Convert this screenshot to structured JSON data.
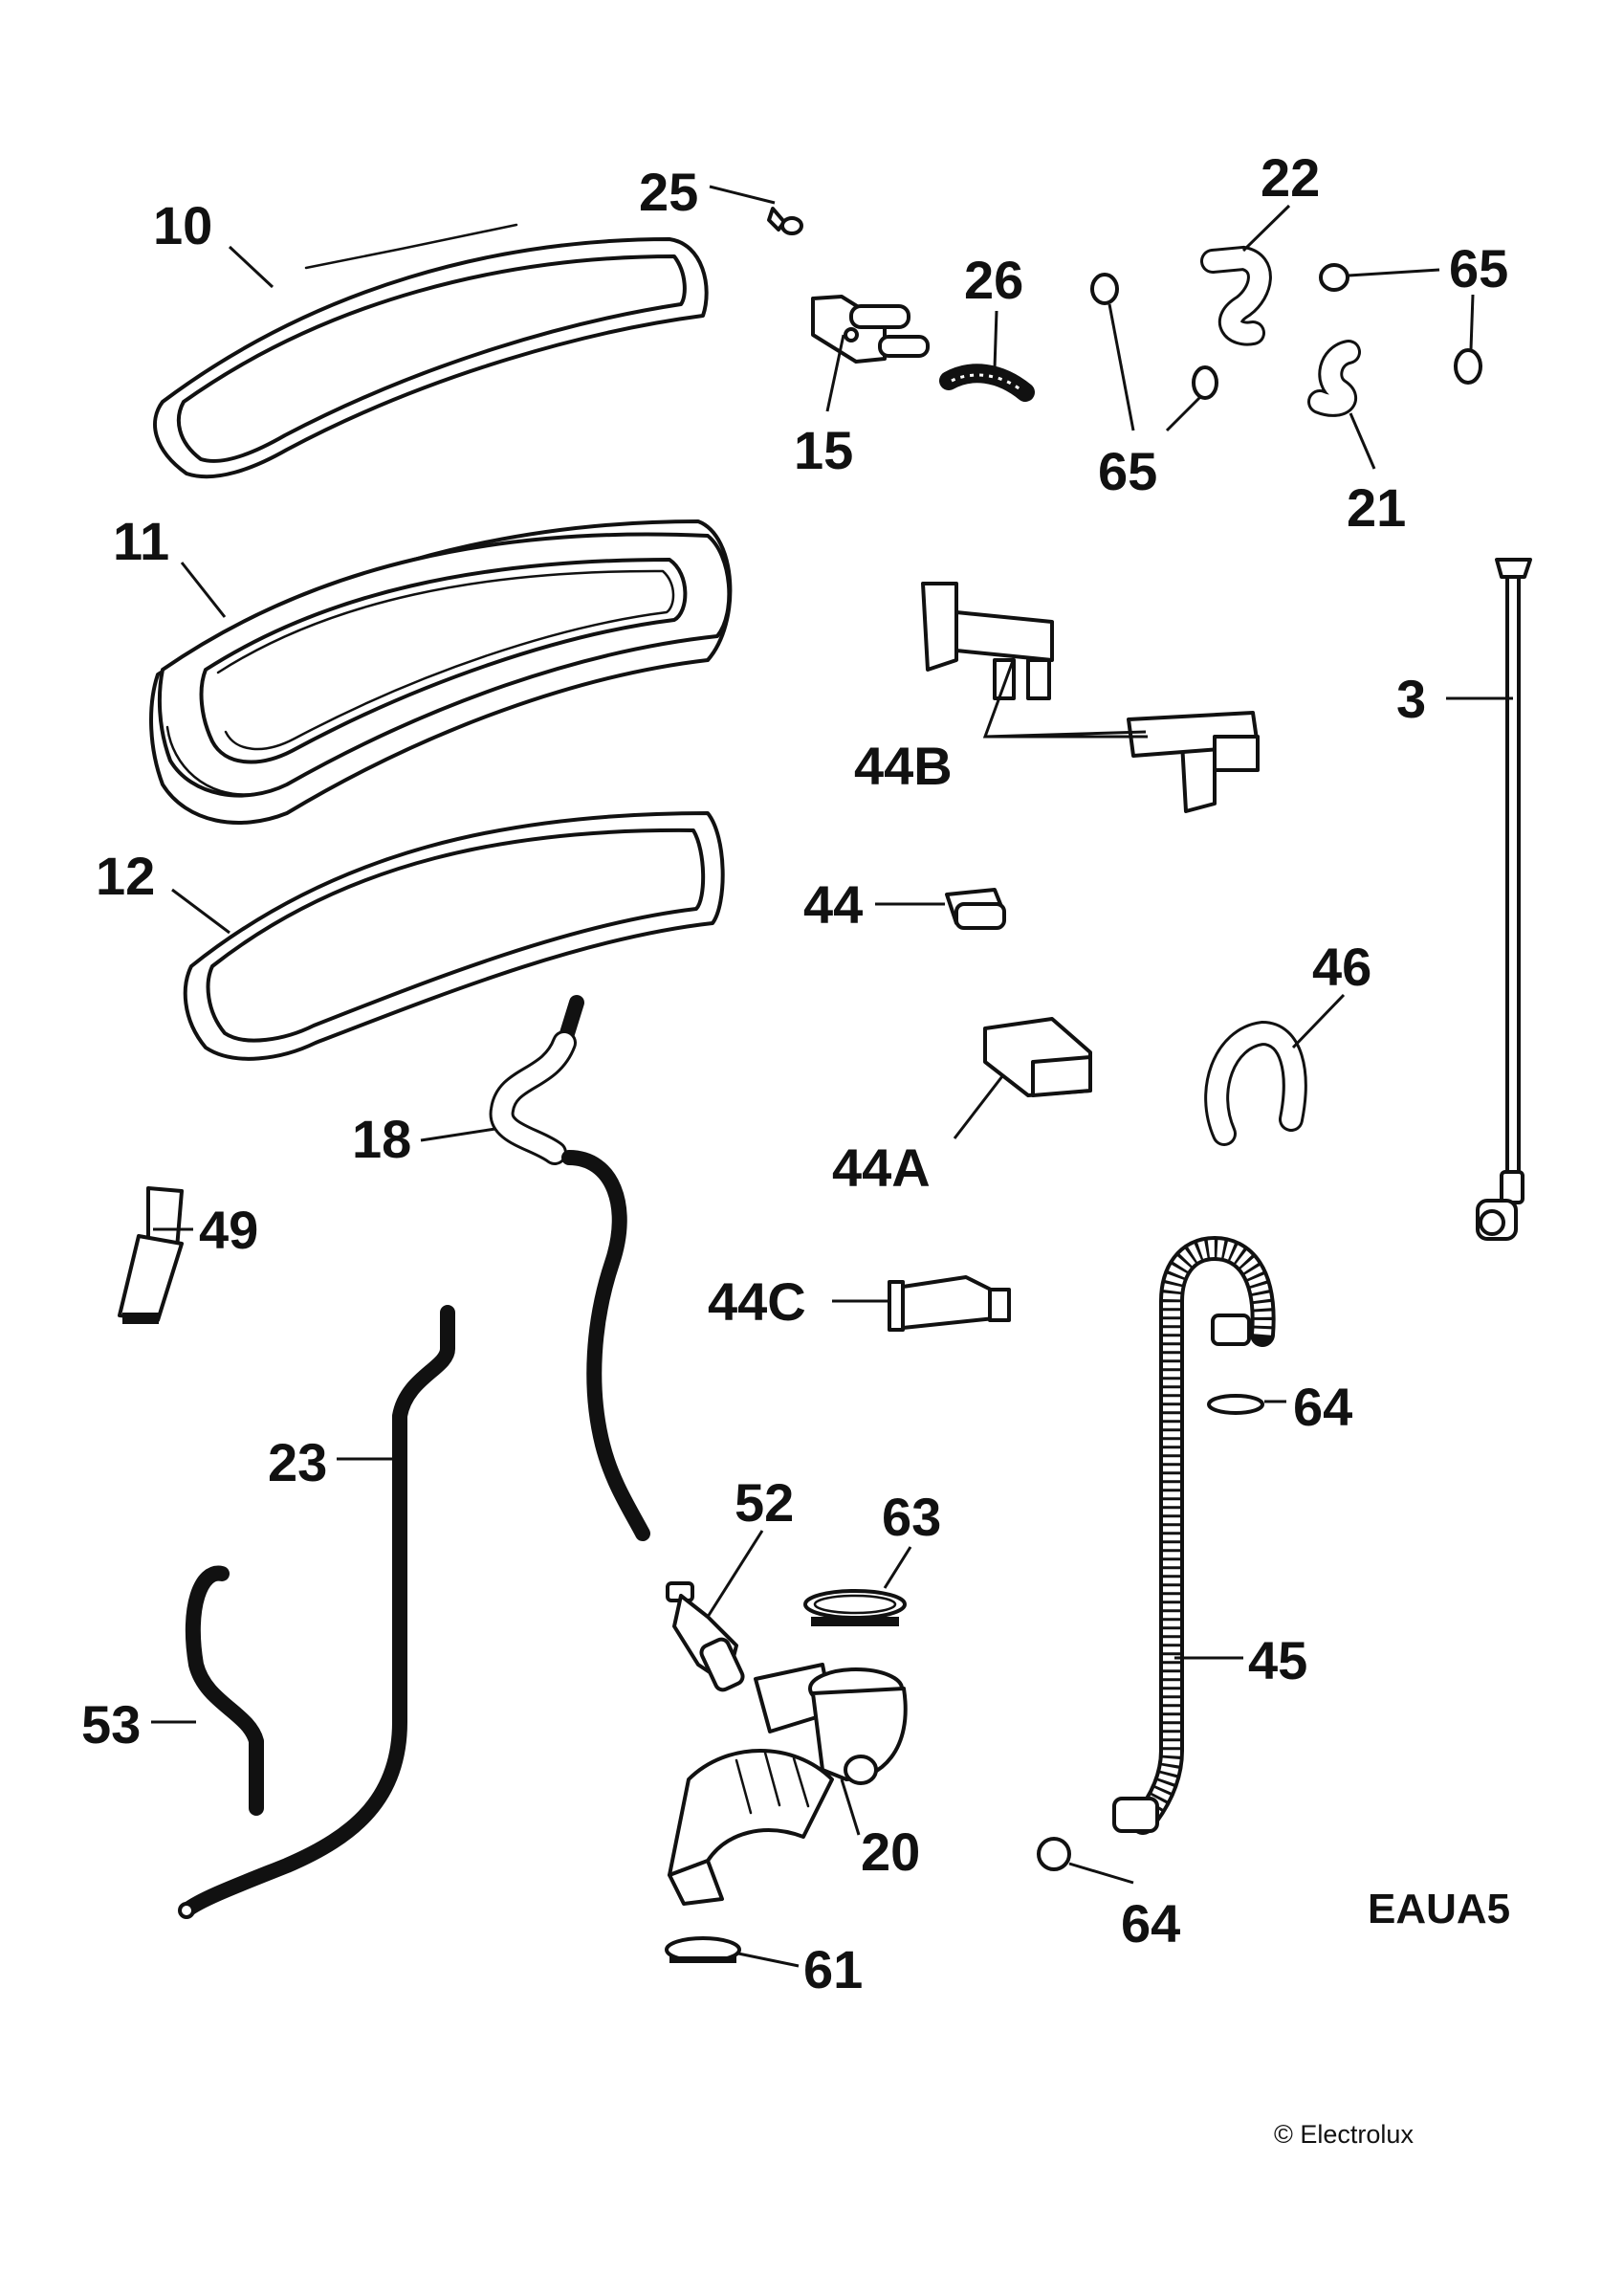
{
  "diagram": {
    "code": "EAUA5",
    "copyright": "© Electrolux",
    "callouts": [
      {
        "id": "10",
        "label": "10"
      },
      {
        "id": "11",
        "label": "11"
      },
      {
        "id": "12",
        "label": "12"
      },
      {
        "id": "25",
        "label": "25"
      },
      {
        "id": "26",
        "label": "26"
      },
      {
        "id": "15",
        "label": "15"
      },
      {
        "id": "22",
        "label": "22"
      },
      {
        "id": "21",
        "label": "21"
      },
      {
        "id": "65a",
        "label": "65"
      },
      {
        "id": "65b",
        "label": "65"
      },
      {
        "id": "3",
        "label": "3"
      },
      {
        "id": "44B",
        "label": "44B"
      },
      {
        "id": "44",
        "label": "44"
      },
      {
        "id": "44A",
        "label": "44A"
      },
      {
        "id": "46",
        "label": "46"
      },
      {
        "id": "18",
        "label": "18"
      },
      {
        "id": "49",
        "label": "49"
      },
      {
        "id": "44C",
        "label": "44C"
      },
      {
        "id": "64a",
        "label": "64"
      },
      {
        "id": "23",
        "label": "23"
      },
      {
        "id": "52",
        "label": "52"
      },
      {
        "id": "63",
        "label": "63"
      },
      {
        "id": "45",
        "label": "45"
      },
      {
        "id": "53",
        "label": "53"
      },
      {
        "id": "20",
        "label": "20"
      },
      {
        "id": "64b",
        "label": "64"
      },
      {
        "id": "61",
        "label": "61"
      }
    ]
  }
}
